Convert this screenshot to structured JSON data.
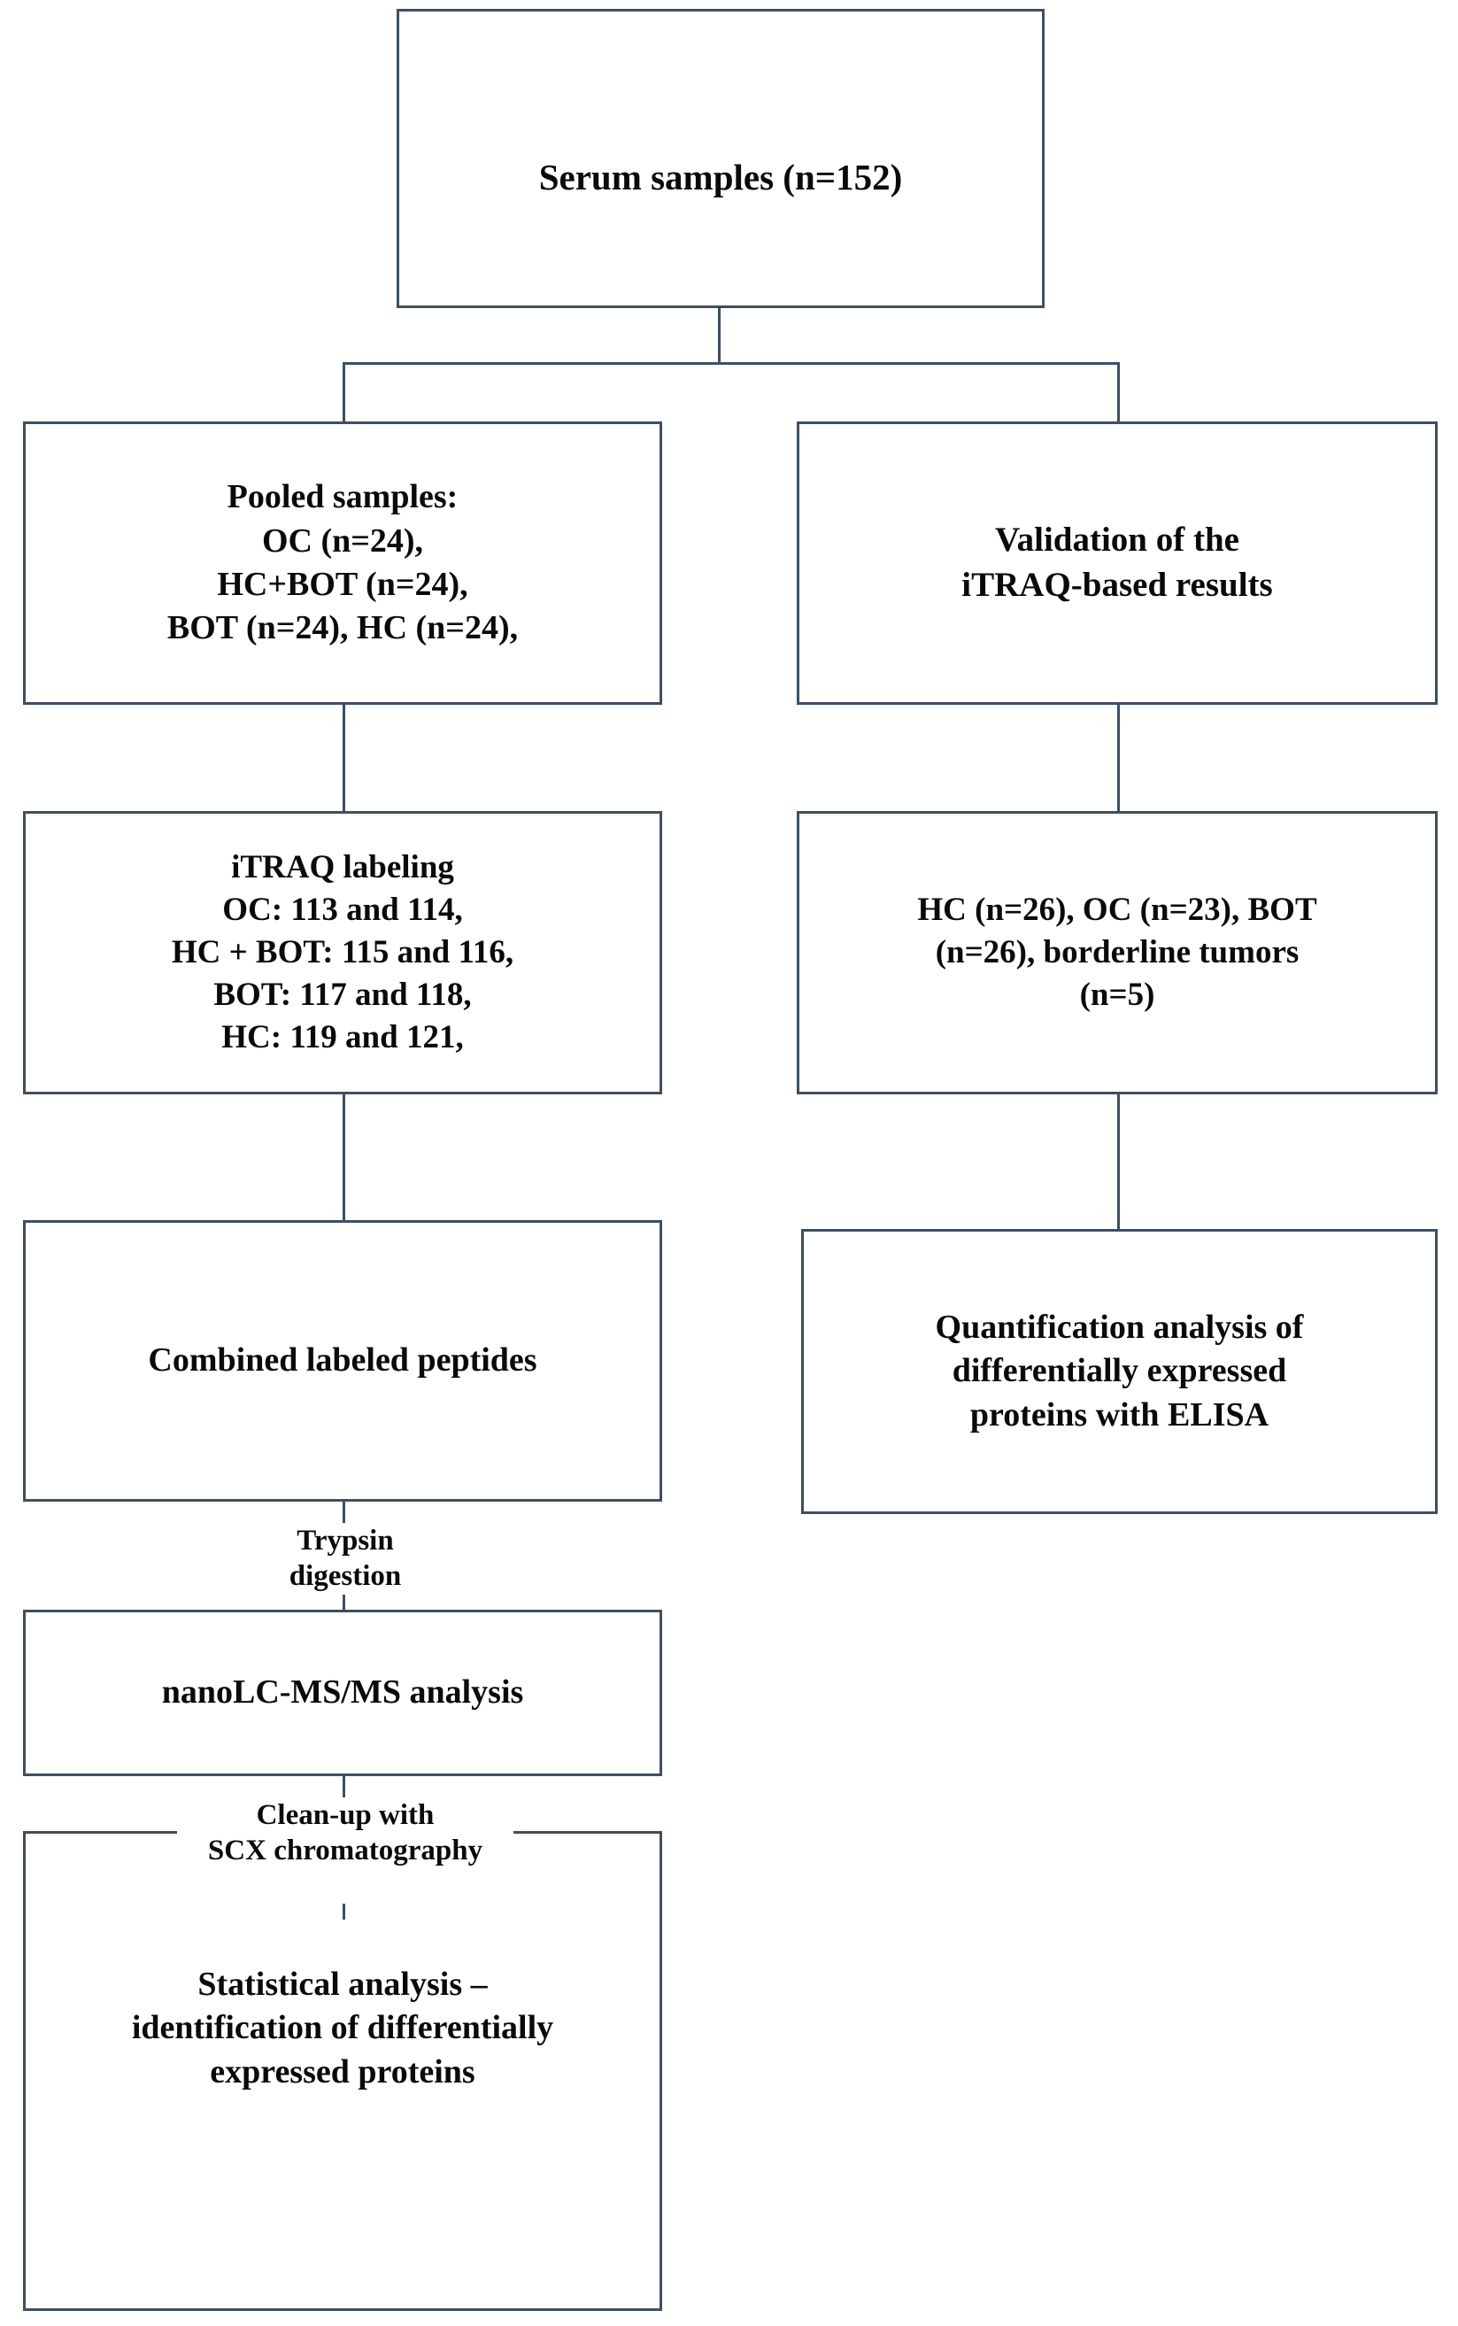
{
  "diagram": {
    "title": "iTRAQ proteomics study workflow",
    "border_color": "#3d4f63",
    "text_color": "#0a0a0a",
    "background": "#ffffff",
    "nodes": {
      "serum": "Serum samples (n=152)",
      "pooled": "Pooled samples:\nOC (n=24),\nHC+BOT (n=24),\nBOT (n=24), HC (n=24),",
      "validation": "Validation of the\niTRAQ-based results",
      "itraq": "iTRAQ labeling\nOC: 113 and 114,\nHC + BOT: 115 and 116,\nBOT: 117 and 118,\nHC: 119 and 121,",
      "cohorts": "HC (n=26), OC (n=23), BOT\n(n=26), borderline tumors\n(n=5)",
      "combined": "Combined labeled peptides",
      "elisa": "Quantification analysis of\ndifferentially expressed\nproteins with ELISA",
      "nanolc": "nanoLC-MS/MS analysis",
      "stats": "Statistical analysis –\nidentification of differentially\nexpressed proteins"
    },
    "edge_labels": {
      "trypsin": "Trypsin\ndigestion",
      "scx": "Clean-up  with\nSCX chromatography"
    }
  }
}
